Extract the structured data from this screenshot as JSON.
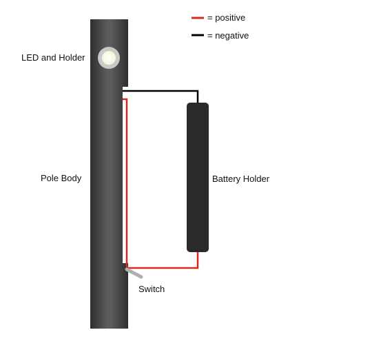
{
  "legend": {
    "items": [
      {
        "label": "= positive",
        "color": "#d42a1e"
      },
      {
        "label": "= negative",
        "color": "#000000"
      }
    ]
  },
  "labels": {
    "led": "LED and Holder",
    "pole": "Pole Body",
    "battery": "Battery Holder",
    "switch": "Switch"
  },
  "colors": {
    "positive": "#d42a1e",
    "negative": "#000000",
    "pole": "#333333",
    "battery": "#2a2a2a",
    "led": "#fbfbe8",
    "switch": "#b0b0b0"
  }
}
